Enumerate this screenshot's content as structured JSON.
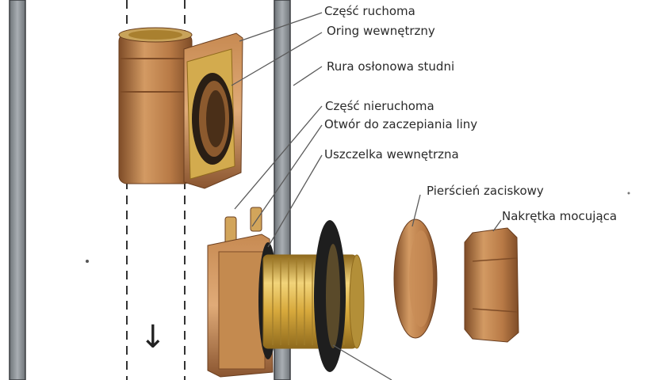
{
  "labels": {
    "czesc_ruchoma": "Część ruchoma",
    "oring_wewnetrzny": "Oring wewnętrzny",
    "rura_oslonowa": "Rura osłonowa studni",
    "czesc_nieruchoma": "Część nieruchoma",
    "otwor_liny": "Otwór do zaczepiania liny",
    "uszczelka_wewnetrzna": "Uszczelka wewnętrzna",
    "pierscien_zaciskowy": "Pierścień zaciskowy",
    "nakretka_mocujaca": "Nakrętka mocująca"
  },
  "arrow_symbol": "↓",
  "colors": {
    "pipe_wall": "#8f9499",
    "pipe_outline": "#3a3d40",
    "bronze_light": "#d39a63",
    "bronze_mid": "#b87a46",
    "bronze_dark": "#7e4c27",
    "brass_light": "#f2d47a",
    "brass_mid": "#d7a93c",
    "brass_dark": "#8f6a1d",
    "gasket": "#1e1e1e",
    "leader": "#5a5a5a"
  }
}
